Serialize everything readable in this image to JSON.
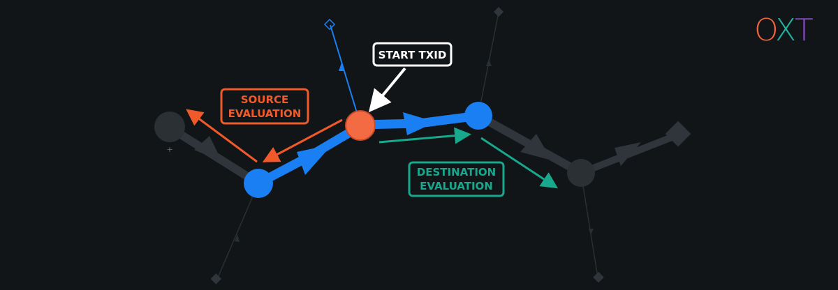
{
  "labels": {
    "start": "START TXID",
    "source_line1": "SOURCE",
    "source_line2": "EVALUATION",
    "dest_line1": "DESTINATION",
    "dest_line2": "EVALUATION"
  },
  "logo": {
    "letters": [
      "O",
      "X",
      "T"
    ],
    "colors": [
      "#f0643c",
      "#20b3a0",
      "#8a48c8"
    ]
  },
  "colors": {
    "background": "#111518",
    "tx_blue": "#1a7ff2",
    "start_orange": "#f26b43",
    "source_orange": "#f05a2a",
    "destination_teal": "#18a88e",
    "start_white": "#ffffff",
    "dim_node": "#2b3034",
    "dim_edge": "#2f353a"
  }
}
